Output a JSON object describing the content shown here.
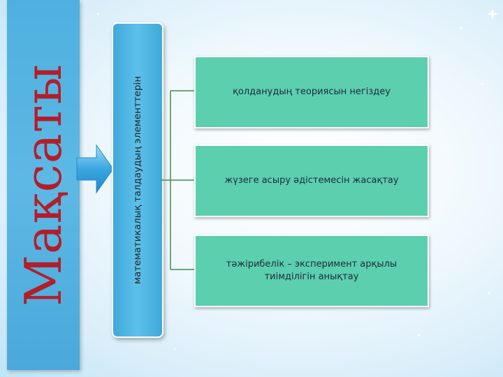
{
  "title": "Мақсаты",
  "central_label": "математикалық талдаудың элементтерін",
  "items": [
    {
      "text": "қолданудың теориясын негіздеу"
    },
    {
      "text": "жүзеге асыру әдістемесін жасақтау"
    },
    {
      "text": "тәжірибелік – эксперимент арқылы тиімділігін анықтау"
    }
  ],
  "colors": {
    "title_text": "#b21e2a",
    "title_panel": "#4fb0df",
    "central_box": "#3fa9d9",
    "item_box": "#5bcfae",
    "connector": "#3c8f4a"
  }
}
